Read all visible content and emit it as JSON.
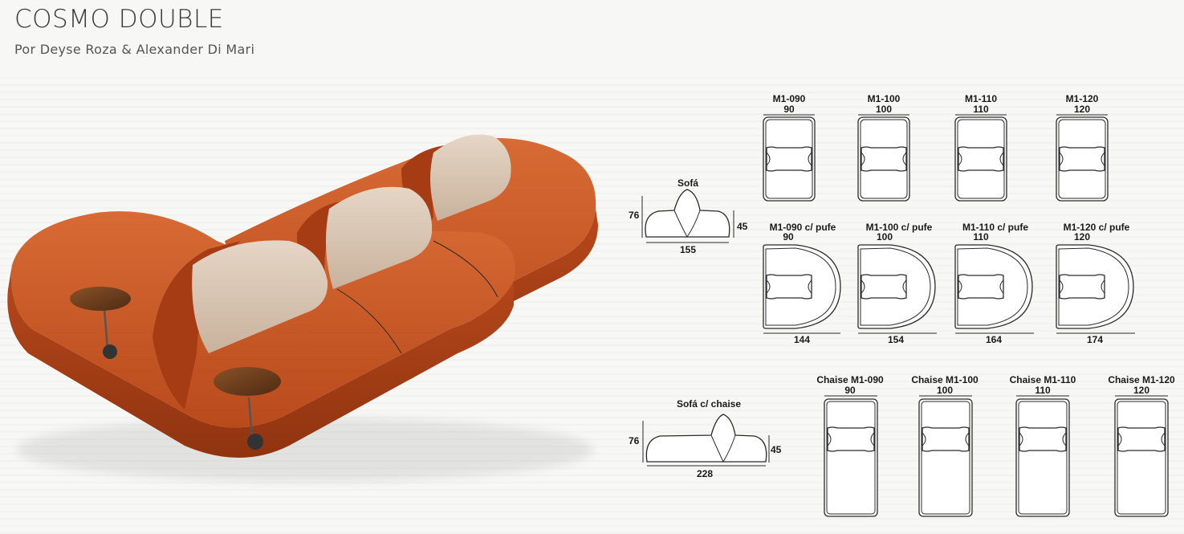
{
  "header": {
    "title": "COSMO DOUBLE",
    "subtitle": "Por Deyse Roza & Alexander Di Mari"
  },
  "modules": [
    {
      "name": "M1-090",
      "width": "90"
    },
    {
      "name": "M1-100",
      "width": "100"
    },
    {
      "name": "M1-110",
      "width": "110"
    },
    {
      "name": "M1-120",
      "width": "120"
    }
  ],
  "modules_pufe": [
    {
      "name": "M1-090 c/ pufe",
      "width": "90",
      "depth": "144"
    },
    {
      "name": "M1-100 c/ pufe",
      "width": "100",
      "depth": "154"
    },
    {
      "name": "M1-110 c/ pufe",
      "width": "110",
      "depth": "164"
    },
    {
      "name": "M1-120 c/ pufe",
      "width": "120",
      "depth": "174"
    }
  ],
  "chaises": [
    {
      "name": "Chaise M1-090",
      "width": "90"
    },
    {
      "name": "Chaise M1-100",
      "width": "100"
    },
    {
      "name": "Chaise M1-110",
      "width": "110"
    },
    {
      "name": "Chaise M1-120",
      "width": "120"
    }
  ],
  "sofa": {
    "name": "Sofá",
    "height": "76",
    "seat_height": "45",
    "length": "155"
  },
  "sofa_chaise": {
    "name": "Sofá c/ chaise",
    "height": "76",
    "seat_height": "45",
    "length": "228"
  },
  "colors": {
    "upholstery": "#c4521f",
    "cushion": "#d8c4b0",
    "wood": "#6b3a1c"
  }
}
